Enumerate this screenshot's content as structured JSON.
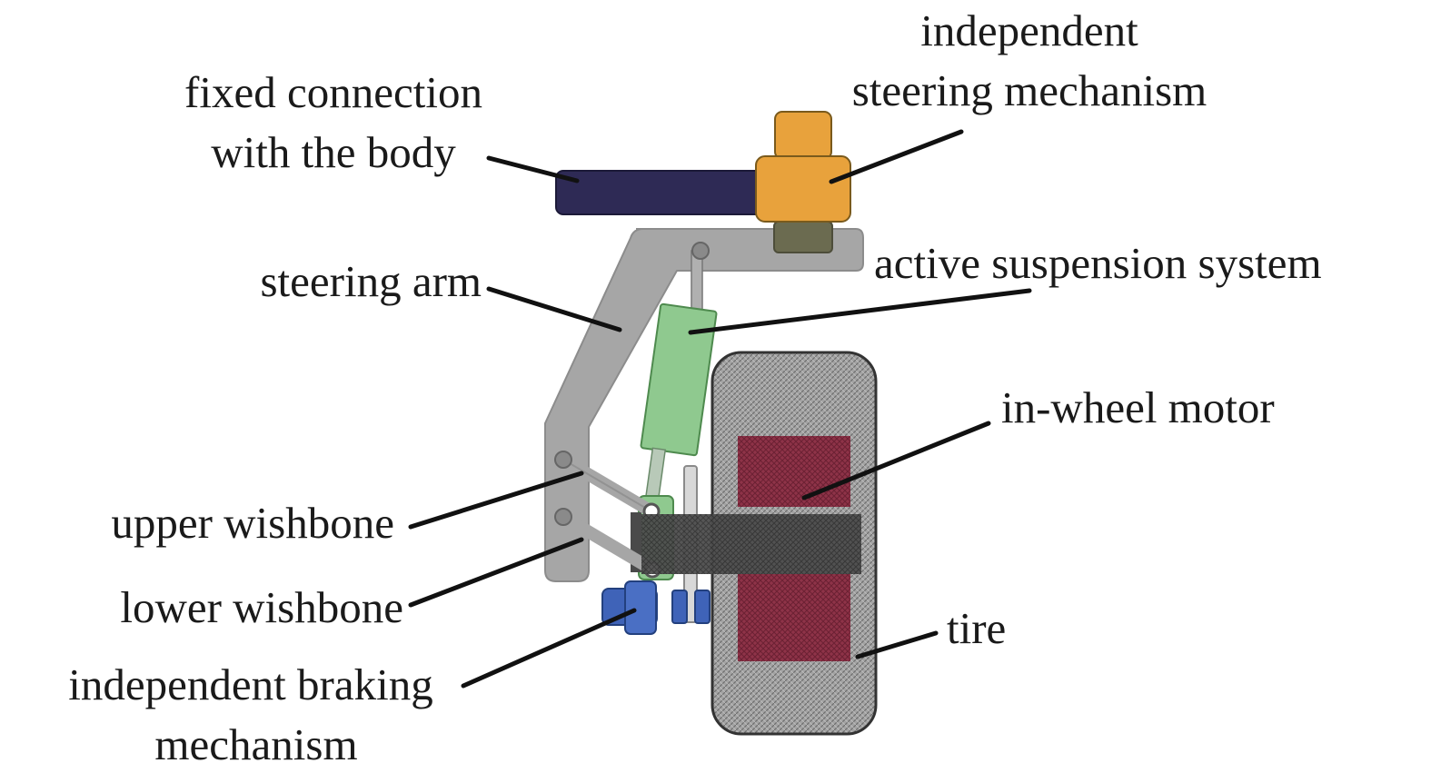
{
  "labels": {
    "independent_steering_line1": "independent",
    "independent_steering_line2": "steering mechanism",
    "fixed_connection_line1": "fixed connection",
    "fixed_connection_line2": "with the body",
    "steering_arm": "steering arm",
    "active_suspension": "active suspension system",
    "in_wheel_motor": "in-wheel motor",
    "upper_wishbone": "upper wishbone",
    "lower_wishbone": "lower wishbone",
    "tire": "tire",
    "independent_braking_line1": "independent braking",
    "independent_braking_line2": "mechanism"
  },
  "colors": {
    "body_bar": "#2e2a55",
    "steering_mechanism": "#e8a23c",
    "steering_arm": "#a6a6a6",
    "suspension": "#8fc98f",
    "tire": "#9a9a9a",
    "motor": "#8e3348",
    "axle": "#4a4a4a",
    "brake": "#3f63b8",
    "leader": "#111111"
  }
}
